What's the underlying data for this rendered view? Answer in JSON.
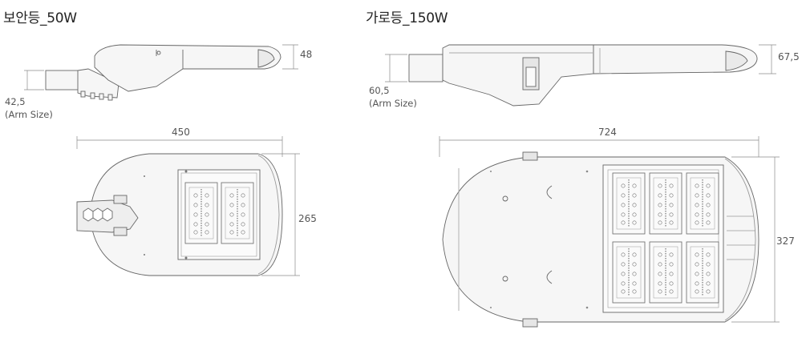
{
  "products": [
    {
      "title": "보안등_50W",
      "arm_size_value": "42,5",
      "arm_size_label": "(Arm Size)",
      "height_dim": "48",
      "length_dim": "450",
      "width_dim": "265"
    },
    {
      "title": "가로등_150W",
      "arm_size_value": "60,5",
      "arm_size_label": "(Arm Size)",
      "height_dim": "67,5",
      "length_dim": "724",
      "width_dim": "327"
    }
  ],
  "colors": {
    "line": "#666666",
    "dim_line": "#8a8a8a",
    "fill": "#f4f4f4"
  }
}
